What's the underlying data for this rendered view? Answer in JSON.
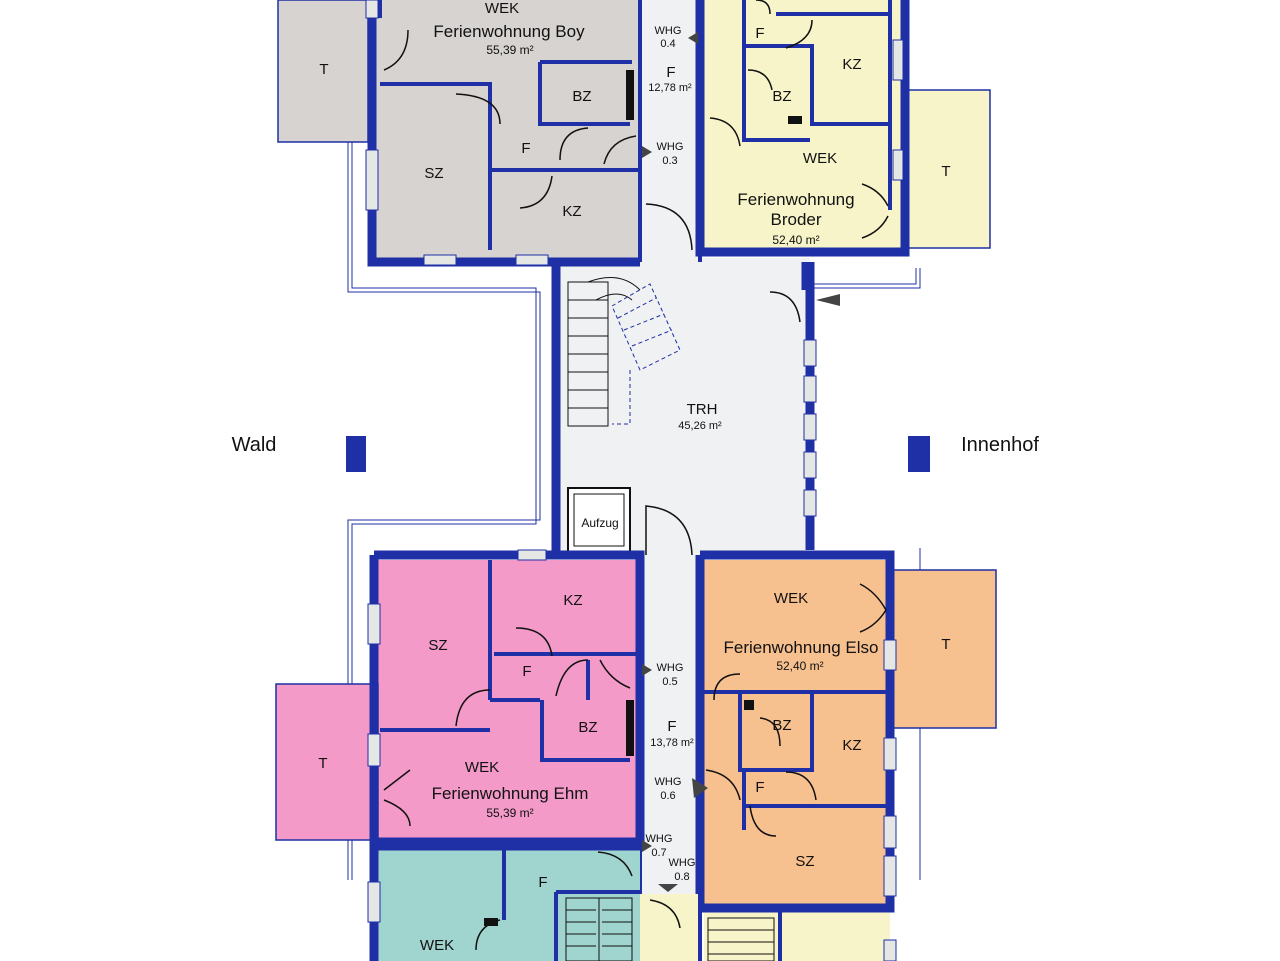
{
  "colors": {
    "wall": "#1f2fa6",
    "boy": "#d6d3d1",
    "broder": "#f6f4c8",
    "ehm": "#f39ac9",
    "elso": "#f7c08f",
    "teal": "#9fd4cf",
    "hall": "#f0f1f3",
    "window": "#e4e7e4"
  },
  "sides": {
    "left": "Wald",
    "right": "Innenhof"
  },
  "rooms": {
    "boy_wek": "WEK",
    "boy_name": "Ferienwohnung Boy",
    "boy_area": "55,39 m²",
    "boy_t": "T",
    "boy_sz": "SZ",
    "boy_bz": "BZ",
    "boy_f": "F",
    "boy_kz": "KZ",
    "broder_f": "F",
    "broder_kz": "KZ",
    "broder_bz": "BZ",
    "broder_wek": "WEK",
    "broder_name1": "Ferienwohnung",
    "broder_name2": "Broder",
    "broder_area": "52,40 m²",
    "broder_t": "T",
    "hall_top_f": "F",
    "hall_top_area": "12,78 m²",
    "whg04a": "WHG",
    "whg04b": "0.4",
    "whg03a": "WHG",
    "whg03b": "0.3",
    "trh": "TRH",
    "trh_area": "45,26 m²",
    "aufzug": "Aufzug",
    "ehm_sz": "SZ",
    "ehm_kz": "KZ",
    "ehm_f": "F",
    "ehm_bz": "BZ",
    "ehm_t": "T",
    "ehm_wek": "WEK",
    "ehm_name": "Ferienwohnung Ehm",
    "ehm_area": "55,39 m²",
    "whg05a": "WHG",
    "whg05b": "0.5",
    "hall_bot_f": "F",
    "hall_bot_area": "13,78 m²",
    "whg06a": "WHG",
    "whg06b": "0.6",
    "whg07a": "WHG",
    "whg07b": "0.7",
    "whg08a": "WHG",
    "whg08b": "0.8",
    "elso_wek": "WEK",
    "elso_name": "Ferienwohnung Elso",
    "elso_area": "52,40 m²",
    "elso_t": "T",
    "elso_bz": "BZ",
    "elso_kz": "KZ",
    "elso_f": "F",
    "elso_sz": "SZ",
    "teal_f": "F",
    "teal_wek": "WEK"
  }
}
